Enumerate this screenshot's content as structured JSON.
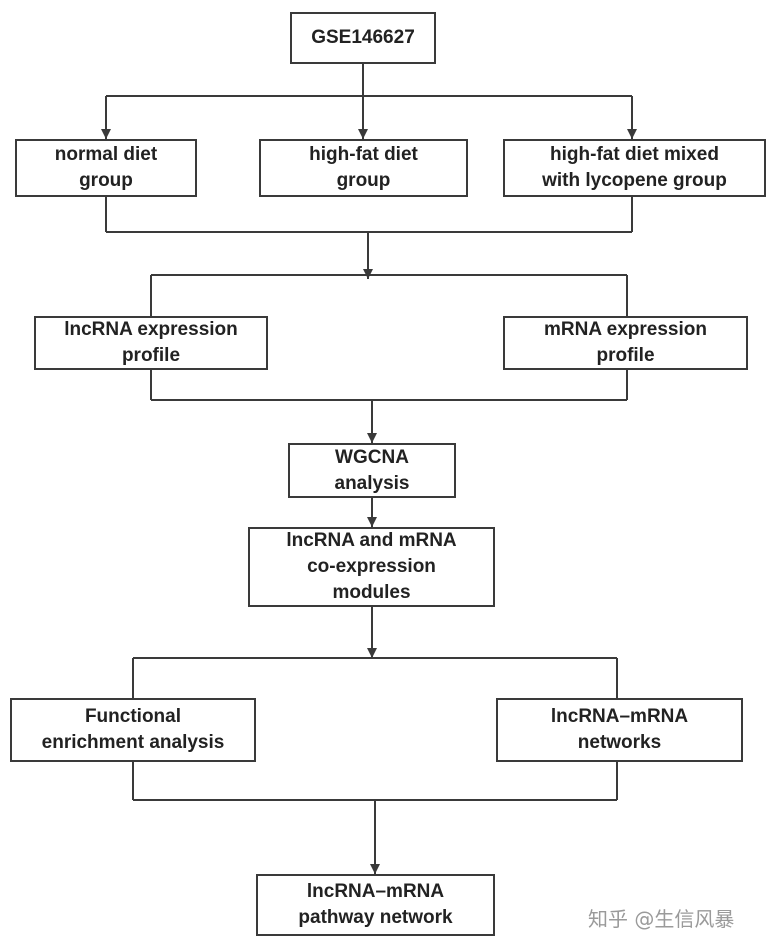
{
  "nodes": {
    "dataset": "GSE146627",
    "normal_diet": "normal diet\ngroup",
    "high_fat_diet": "high-fat diet\ngroup",
    "lycopene_diet": "high-fat diet mixed\nwith lycopene group",
    "lncrna_profile": "lncRNA expression\nprofile",
    "mrna_profile": "mRNA expression\nprofile",
    "wgcna": "WGCNA\nanalysis",
    "coexpression": "lncRNA and mRNA\nco-expression\nmodules",
    "functional": "Functional\nenrichment analysis",
    "networks": "lncRNA–mRNA\nnetworks",
    "pathway": "lncRNA–mRNA\npathway network"
  },
  "watermark": "知乎 @生信风暴",
  "colors": {
    "line": "#3a3a3a",
    "text": "#222222",
    "watermark": "#9a9a9a"
  }
}
